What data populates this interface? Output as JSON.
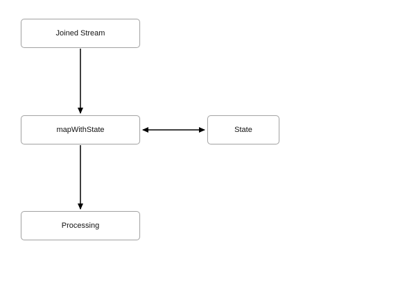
{
  "diagram": {
    "nodes": {
      "joined_stream": {
        "label": "Joined Stream"
      },
      "map_with_state": {
        "label": "mapWithState"
      },
      "state": {
        "label": "State"
      },
      "processing": {
        "label": "Processing"
      }
    },
    "edges": [
      {
        "from": "joined_stream",
        "to": "map_with_state",
        "direction": "down",
        "arrowheads": "single"
      },
      {
        "from": "map_with_state",
        "to": "state",
        "direction": "horizontal",
        "arrowheads": "double"
      },
      {
        "from": "map_with_state",
        "to": "processing",
        "direction": "down",
        "arrowheads": "single"
      }
    ],
    "colors": {
      "node_border": "#a6a6a6",
      "node_fill": "#ffffff",
      "arrow": "#000000",
      "background": "#ffffff"
    }
  }
}
